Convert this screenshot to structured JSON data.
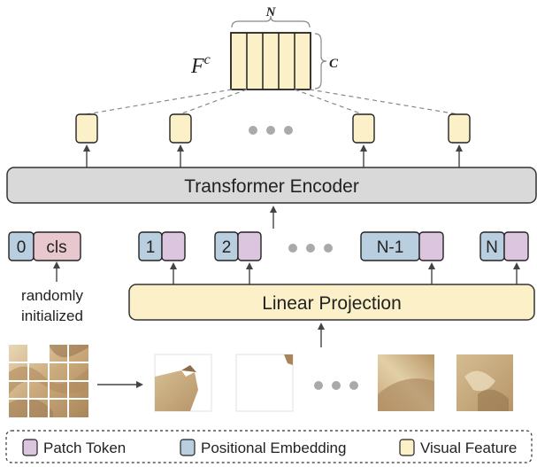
{
  "feature_map": {
    "label_main": "F",
    "label_sup": "c",
    "width_label": "N",
    "height_label": "C"
  },
  "encoder": {
    "label": "Transformer Encoder"
  },
  "projection": {
    "label": "Linear Projection"
  },
  "tokens": {
    "zero": "0",
    "cls": "cls",
    "one": "1",
    "two": "2",
    "n_minus_one": "N-1",
    "n": "N"
  },
  "cls_note": {
    "line1": "randomly",
    "line2": "initialized"
  },
  "legend": {
    "patch_token": "Patch Token",
    "positional_embedding": "Positional Embedding",
    "visual_feature": "Visual Feature"
  },
  "colors": {
    "patch_token": "#dcc6df",
    "positional_embedding": "#b9cfe0",
    "visual_feature": "#fcf0c8",
    "cls_fill": "#e9c7cf",
    "encoder_fill": "#d9d9d9",
    "projection_fill": "#fcf0c8"
  }
}
